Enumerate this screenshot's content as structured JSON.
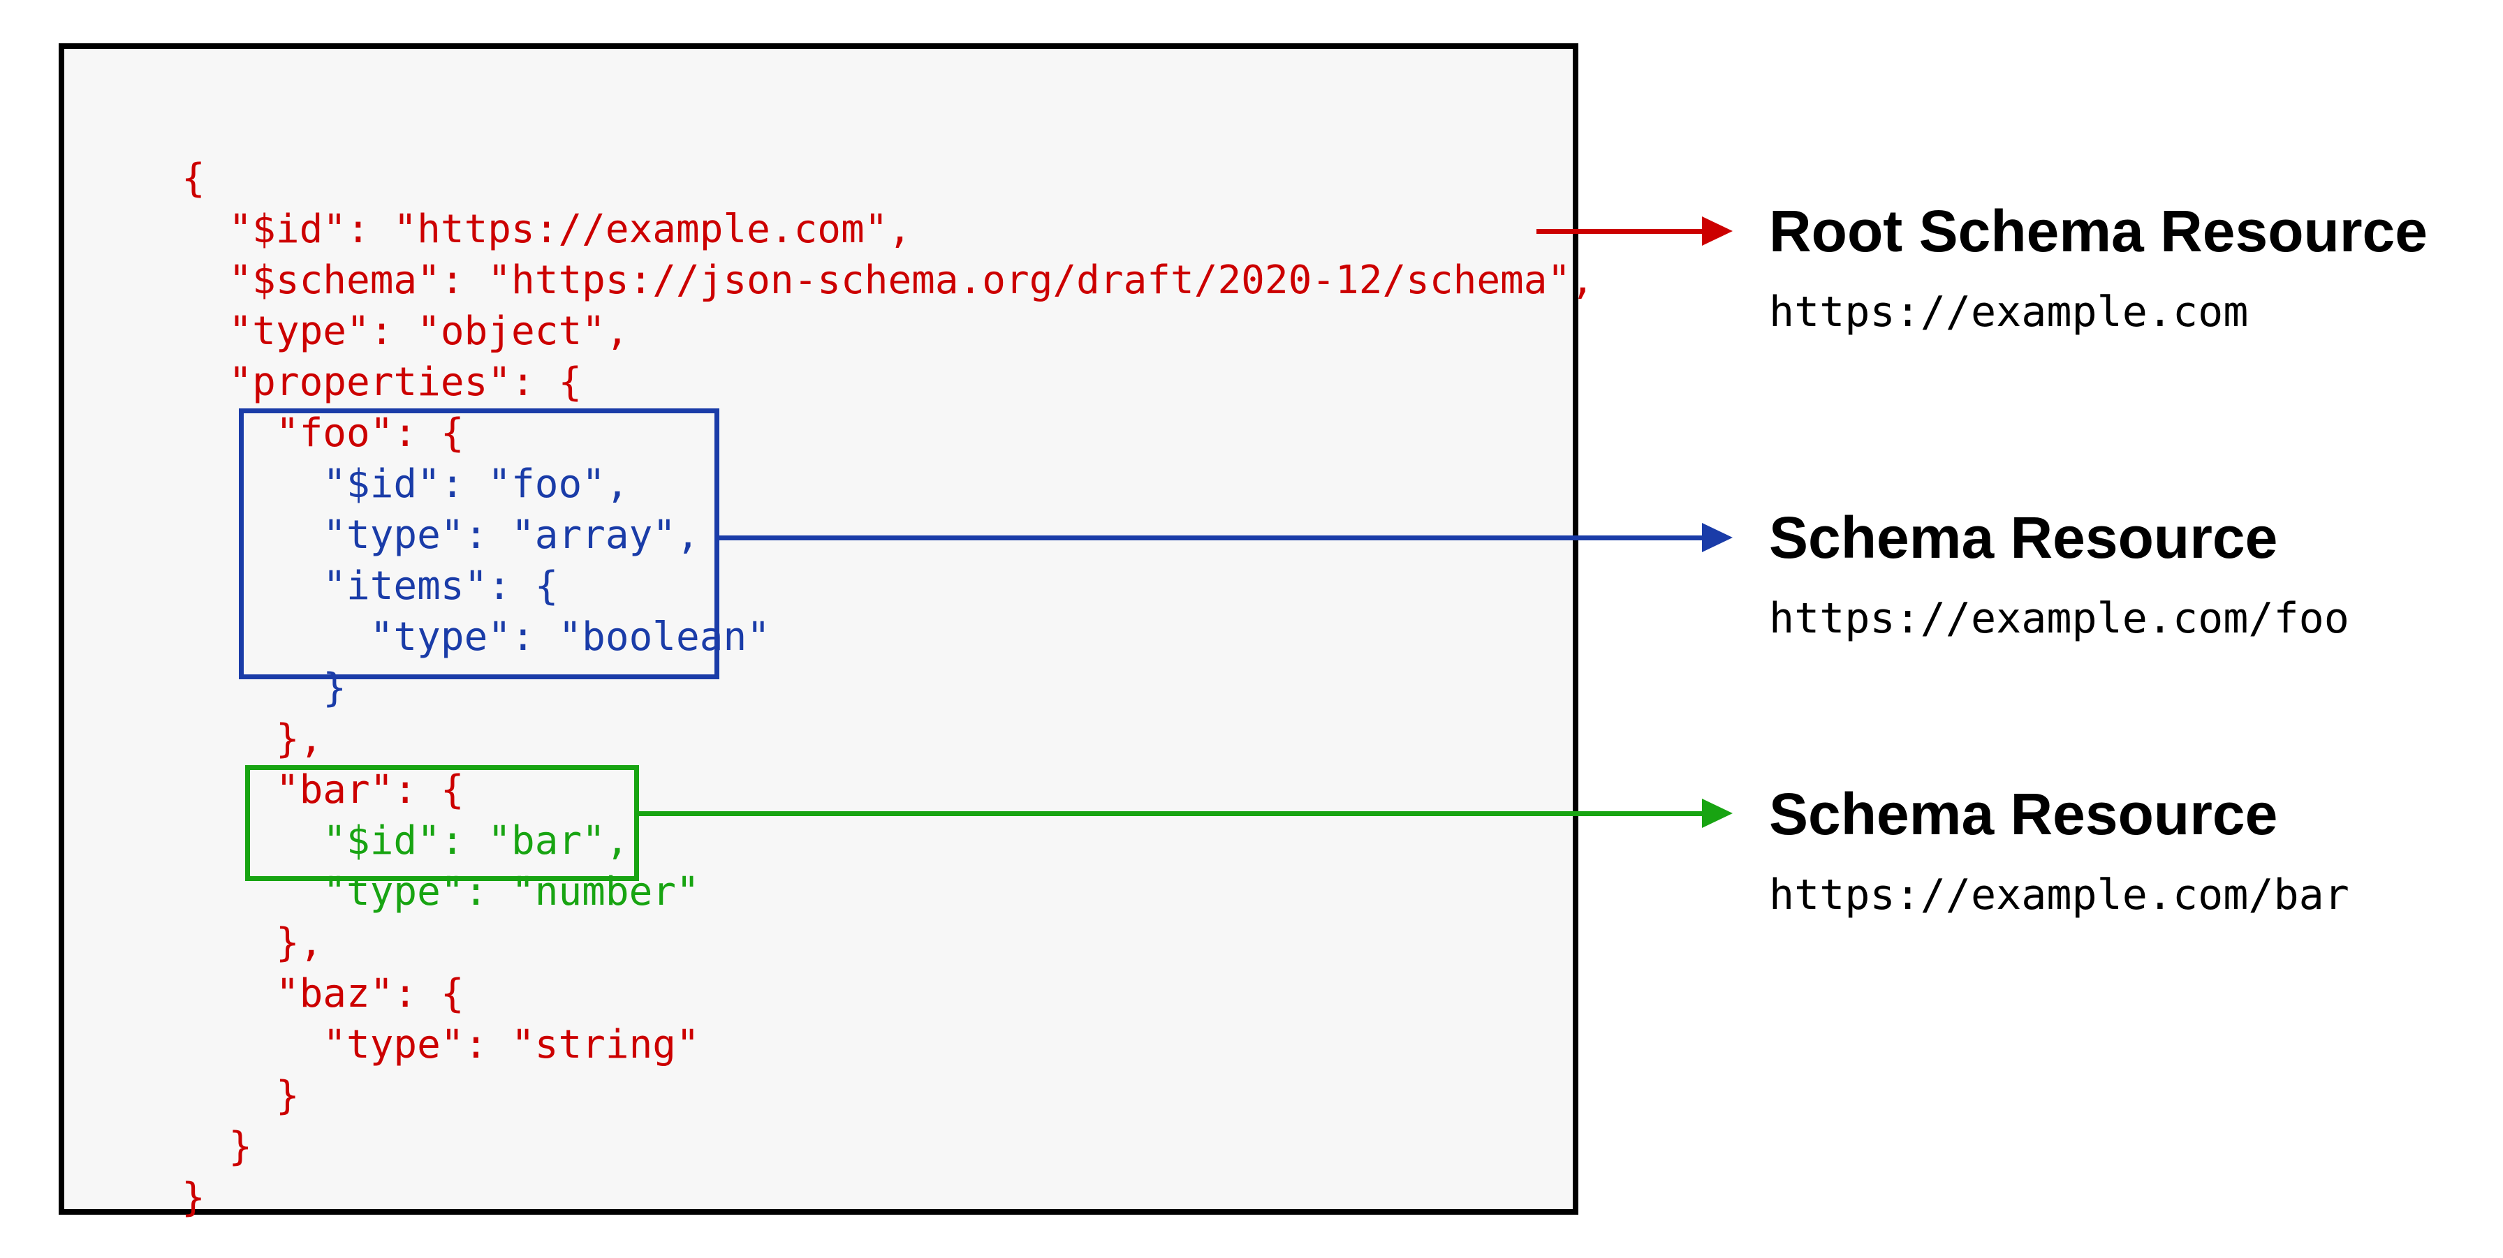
{
  "diagram": {
    "colors": {
      "red": "#cc0000",
      "blue": "#1a3ca8",
      "green": "#18a412",
      "panel_background": "#f7f7f7",
      "border_black": "#000000",
      "page_background": "#ffffff"
    },
    "code": {
      "lines": [
        {
          "text": "{",
          "color": "red"
        },
        {
          "text": "  \"$id\": \"https://example.com\",",
          "color": "red"
        },
        {
          "text": "  \"$schema\": \"https://json-schema.org/draft/2020-12/schema\",",
          "color": "red"
        },
        {
          "text": "  \"type\": \"object\",",
          "color": "red"
        },
        {
          "text": "  \"properties\": {",
          "color": "red"
        },
        {
          "text": "    \"foo\": {",
          "color": "red"
        },
        {
          "text": "      \"$id\": \"foo\",",
          "color": "blue"
        },
        {
          "text": "      \"type\": \"array\",",
          "color": "blue"
        },
        {
          "text": "      \"items\": {",
          "color": "blue"
        },
        {
          "text": "        \"type\": \"boolean\"",
          "color": "blue"
        },
        {
          "text": "      }",
          "color": "blue"
        },
        {
          "text": "    },",
          "color": "red"
        },
        {
          "text": "    \"bar\": {",
          "color": "red"
        },
        {
          "text": "      \"$id\": \"bar\",",
          "color": "green"
        },
        {
          "text": "      \"type\": \"number\"",
          "color": "green"
        },
        {
          "text": "    },",
          "color": "red"
        },
        {
          "text": "    \"baz\": {",
          "color": "red"
        },
        {
          "text": "      \"type\": \"string\"",
          "color": "red"
        },
        {
          "text": "    }",
          "color": "red"
        },
        {
          "text": "  }",
          "color": "red"
        },
        {
          "text": "}",
          "color": "red"
        }
      ]
    },
    "annotations": [
      {
        "title": "Root Schema Resource",
        "url": "https://example.com"
      },
      {
        "title": "Schema Resource",
        "url": "https://example.com/foo"
      },
      {
        "title": "Schema Resource",
        "url": "https://example.com/bar"
      }
    ]
  }
}
